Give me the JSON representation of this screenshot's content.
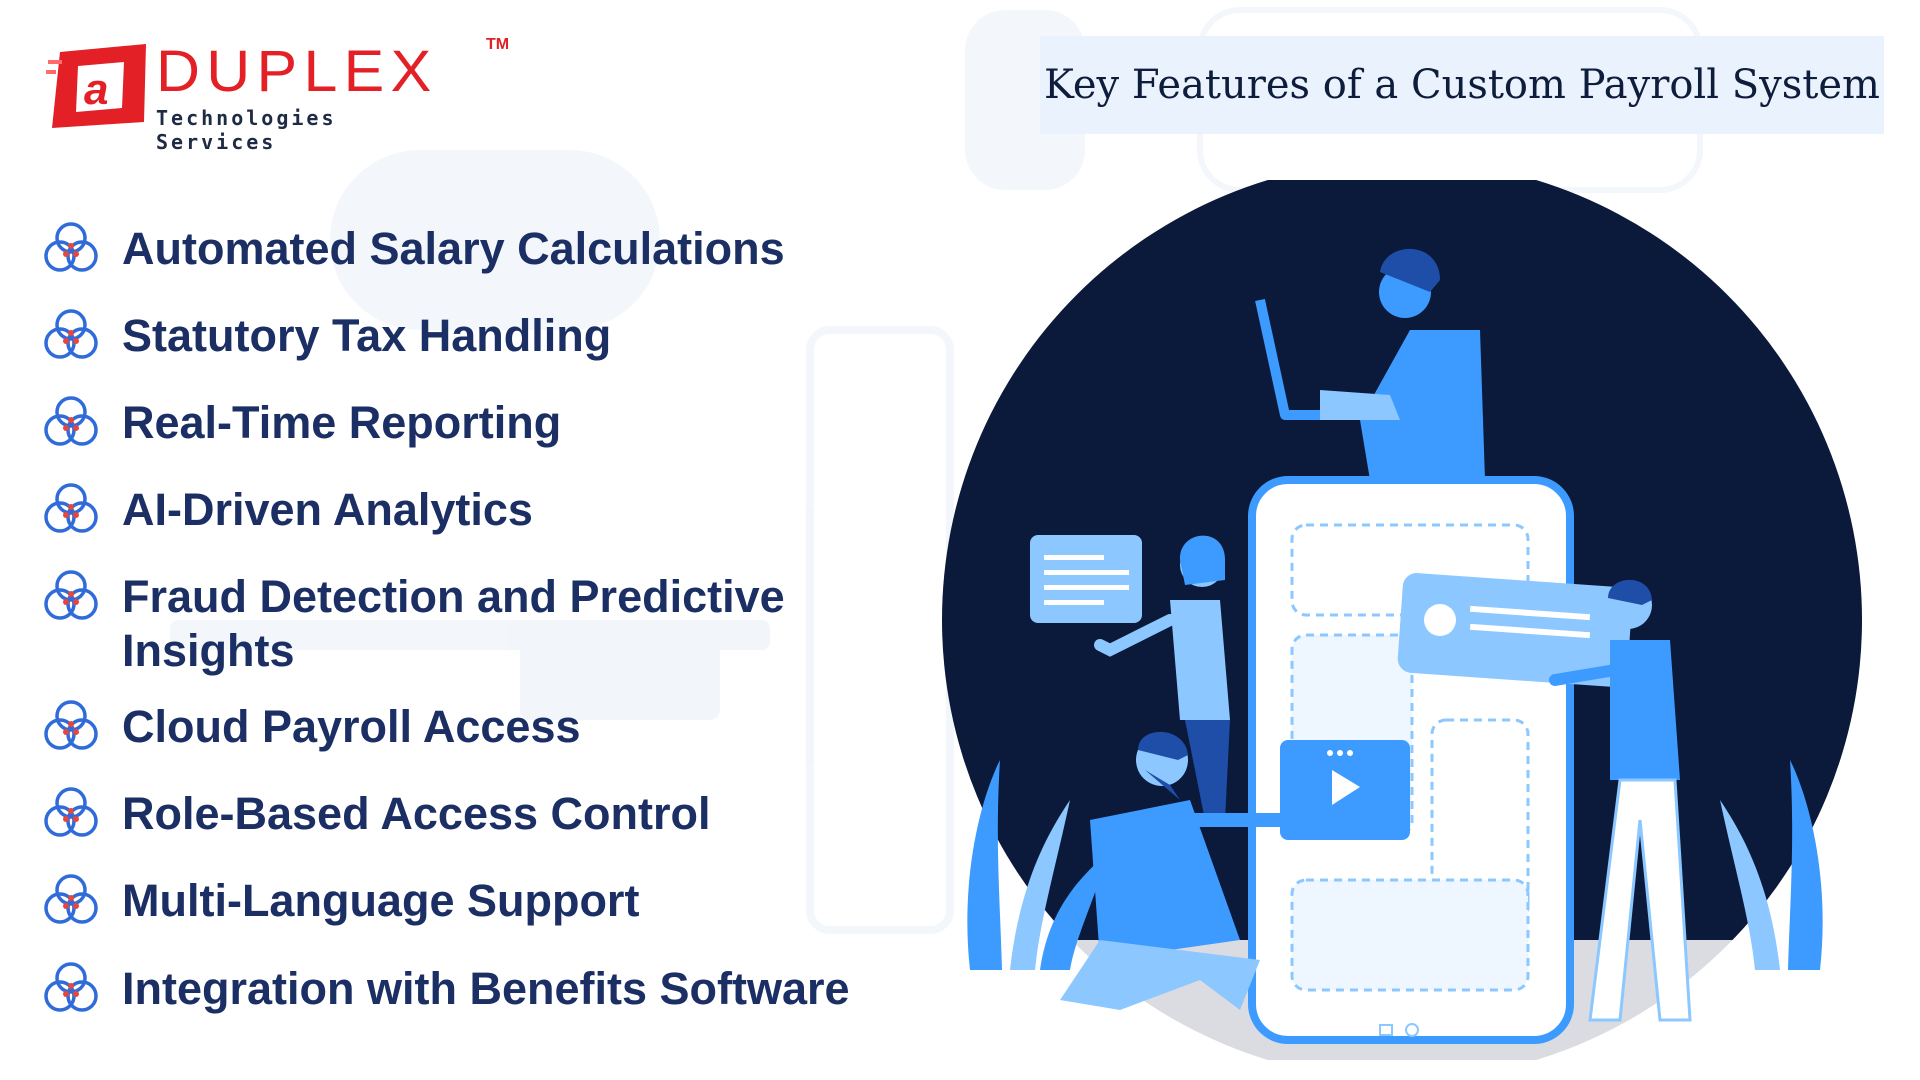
{
  "logo": {
    "name": "DUPLEX",
    "trademark": "TM",
    "tagline": "Technologies Services",
    "colors": {
      "brand_red": "#e32026",
      "navy": "#1f2a44"
    }
  },
  "title": "Key Features of a Custom Payroll System",
  "features": [
    {
      "label": "Automated Salary Calculations",
      "icon": "feature-bullet-icon"
    },
    {
      "label": "Statutory Tax Handling",
      "icon": "feature-bullet-icon"
    },
    {
      "label": "Real-Time Reporting",
      "icon": "feature-bullet-icon"
    },
    {
      "label": "AI-Driven Analytics",
      "icon": "feature-bullet-icon"
    },
    {
      "label": "Fraud Detection and Predictive Insights",
      "icon": "feature-bullet-icon"
    },
    {
      "label": "Cloud Payroll Access",
      "icon": "feature-bullet-icon"
    },
    {
      "label": "Role-Based Access Control",
      "icon": "feature-bullet-icon"
    },
    {
      "label": "Multi-Language Support",
      "icon": "feature-bullet-icon"
    },
    {
      "label": "Integration with Benefits Software",
      "icon": "feature-bullet-icon"
    }
  ],
  "colors": {
    "text_navy": "#1b2f64",
    "title_banner": "#eaf3fd",
    "circle_dark": "#0b1a3a",
    "illustration_blue": "#3d9bff",
    "illustration_light": "#8cc7ff"
  }
}
